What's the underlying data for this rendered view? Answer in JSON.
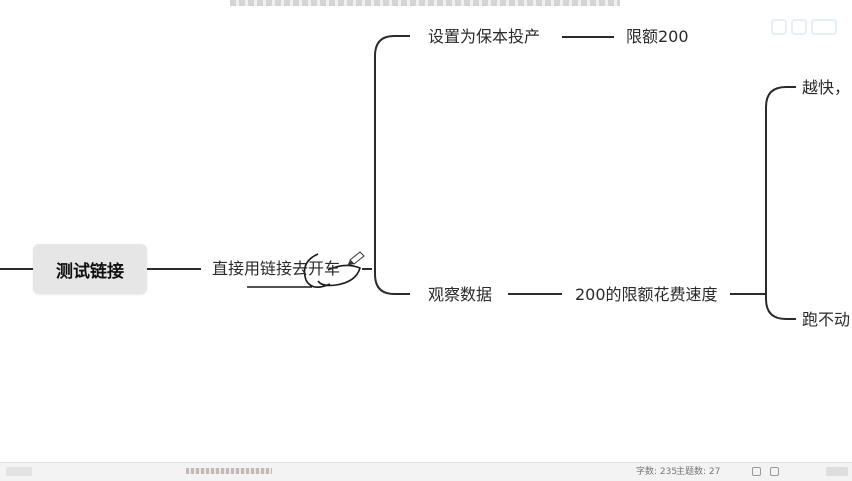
{
  "mindmap": {
    "root": "测试链接",
    "level1": "直接用链接去开车",
    "branch_top": "设置为保本投产",
    "branch_top_leaf": "限额200",
    "branch_bottom": "观察数据",
    "branch_bottom_child": "200的限额花费速度",
    "leaf_fast": "越快，",
    "leaf_stuck": "跑不动"
  },
  "status_bar": {
    "word_count": "字数: 235",
    "topic_count": "主题数: 27"
  },
  "colors": {
    "line": "#2b2b2b",
    "root_fill": "#e6e6e6",
    "annotation_ink": "#1a1a1a"
  },
  "icons": [
    "pencil-cursor-icon",
    "layout-icon",
    "fullscreen-icon"
  ]
}
